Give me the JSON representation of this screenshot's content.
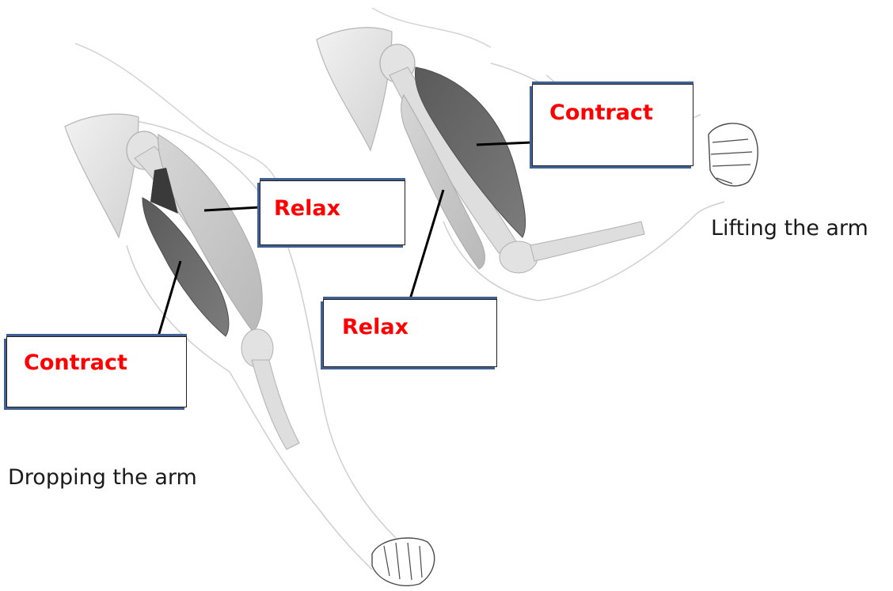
{
  "left_arm": {
    "caption": "Dropping the arm",
    "upper_label": "Relax",
    "lower_label": "Contract"
  },
  "right_arm": {
    "caption": "Lifting the arm",
    "upper_label": "Contract",
    "lower_label": "Relax"
  },
  "colors": {
    "label_text": "#ff0000",
    "box_accent": "#3f5f95",
    "contracted_muscle": "#6d6d6d",
    "relaxed_muscle": "#c9c9c9",
    "bone": "#e6e6e6"
  }
}
